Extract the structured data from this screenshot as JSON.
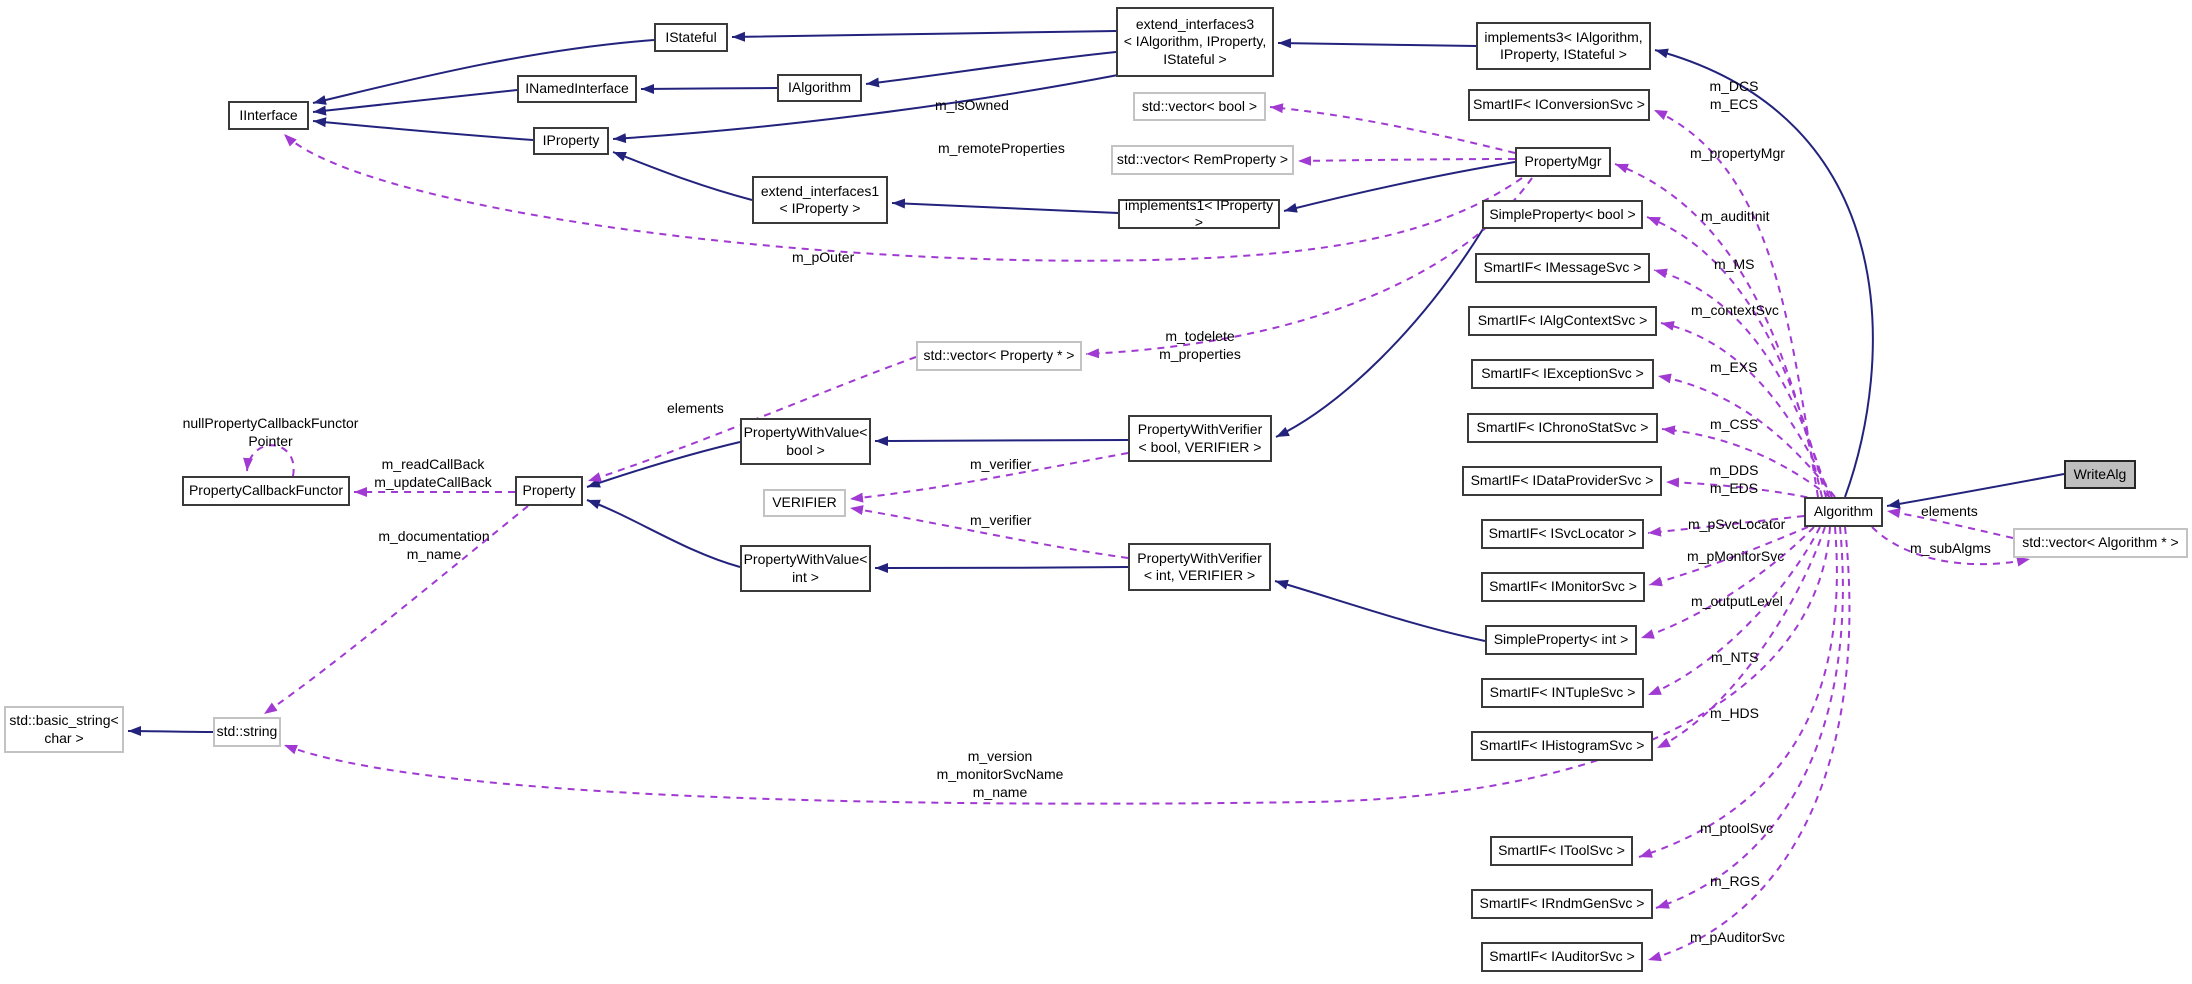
{
  "diagram": {
    "focus_class": "WriteAlg",
    "kind": "class collaboration graph"
  },
  "colors": {
    "background": "#ffffff",
    "inheritance_edge": "#23237d",
    "usage_edge": "#a13ad2",
    "node_border": "#3a3a3a",
    "external_node_border": "#c3c3c3",
    "focus_node_fill": "#bfbfbf",
    "label_text": "#000000"
  },
  "nodes": {
    "iinterface": {
      "label": "IInterface"
    },
    "istateful": {
      "label": "IStateful"
    },
    "inamedinterface": {
      "label": "INamedInterface"
    },
    "ialgorithm": {
      "label": "IAlgorithm"
    },
    "iproperty": {
      "label": "IProperty"
    },
    "extend_interfaces1": {
      "label": "extend_interfaces1\n< IProperty >"
    },
    "extend_interfaces3": {
      "label": "extend_interfaces3\n< IAlgorithm, IProperty,\nIStateful >"
    },
    "implements3": {
      "label": "implements3< IAlgorithm,\nIProperty, IStateful >"
    },
    "implements1": {
      "label": "implements1< IProperty >"
    },
    "vector_bool": {
      "label": "std::vector< bool >"
    },
    "vector_remproperty": {
      "label": "std::vector< RemProperty >"
    },
    "propertymgr": {
      "label": "PropertyMgr"
    },
    "smartif_iconversionsvc": {
      "label": "SmartIF< IConversionSvc >"
    },
    "simpleproperty_bool": {
      "label": "SimpleProperty< bool >"
    },
    "smartif_imessagesvc": {
      "label": "SmartIF< IMessageSvc >"
    },
    "smartif_ialgcontextsvc": {
      "label": "SmartIF< IAlgContextSvc >"
    },
    "smartif_iexceptionsvc": {
      "label": "SmartIF< IExceptionSvc >"
    },
    "smartif_ichronostatsvc": {
      "label": "SmartIF< IChronoStatSvc >"
    },
    "smartif_idataprovidersvc": {
      "label": "SmartIF< IDataProviderSvc >"
    },
    "smartif_isvclocator": {
      "label": "SmartIF< ISvcLocator >"
    },
    "smartif_imonitorsvc": {
      "label": "SmartIF< IMonitorSvc >"
    },
    "simpleproperty_int": {
      "label": "SimpleProperty< int >"
    },
    "smartif_intuplesvc": {
      "label": "SmartIF< INTupleSvc >"
    },
    "smartif_ihistogramsvc": {
      "label": "SmartIF< IHistogramSvc >"
    },
    "smartif_itoolsvc": {
      "label": "SmartIF< IToolSvc >"
    },
    "smartif_irndmgensvc": {
      "label": "SmartIF< IRndmGenSvc >"
    },
    "smartif_iauditorsvc": {
      "label": "SmartIF< IAuditorSvc >"
    },
    "algorithm": {
      "label": "Algorithm"
    },
    "writealg": {
      "label": "WriteAlg"
    },
    "vector_algorithm_ptr": {
      "label": "std::vector< Algorithm * >"
    },
    "propertycallbackfunctor": {
      "label": "PropertyCallbackFunctor"
    },
    "property": {
      "label": "Property"
    },
    "propertywithvalue_bool": {
      "label": "PropertyWithValue<\nbool >"
    },
    "verifier": {
      "label": "VERIFIER"
    },
    "propertywithvalue_int": {
      "label": "PropertyWithValue<\nint >"
    },
    "propertywithverifier_bool": {
      "label": "PropertyWithVerifier\n< bool, VERIFIER >"
    },
    "propertywithverifier_int": {
      "label": "PropertyWithVerifier\n< int, VERIFIER >"
    },
    "vector_property_ptr": {
      "label": "std::vector< Property * >"
    },
    "std_string": {
      "label": "std::string"
    },
    "std_basic_string": {
      "label": "std::basic_string<\nchar >"
    }
  },
  "edge_labels": {
    "null_pcf_pointer": "nullPropertyCallbackFunctor\nPointer",
    "read_update_callback": "m_readCallBack\nm_updateCallBack",
    "documentation_name": "m_documentation\nm_name",
    "elements_left": "elements",
    "m_verifier_top": "m_verifier",
    "m_verifier_bottom": "m_verifier",
    "m_todelete_properties": "m_todelete\nm_properties",
    "m_pouter": "m_pOuter",
    "m_isowned": "m_isOwned",
    "m_remoteproperties": "m_remoteProperties",
    "m_dcs_ecs": "m_DCS\nm_ECS",
    "m_propertymgr": "m_propertyMgr",
    "m_auditinit": "m_auditInit",
    "m_ms": "m_MS",
    "m_contextsvc": "m_contextSvc",
    "m_exs": "m_EXS",
    "m_css": "m_CSS",
    "m_dds_eds": "m_DDS\nm_EDS",
    "m_psvclocator": "m_pSvcLocator",
    "m_pmonitorsvc": "m_pMonitorSvc",
    "m_outputlevel": "m_outputLevel",
    "m_nts": "m_NTS",
    "m_hds": "m_HDS",
    "m_version_monitorsvcname_name": "m_version\nm_monitorSvcName\nm_name",
    "m_ptoolsvc": "m_ptoolSvc",
    "m_rgs": "m_RGS",
    "m_pauditorsvc": "m_pAuditorSvc",
    "elements_right": "elements",
    "m_subalgms": "m_subAlgms"
  },
  "edges": [
    {
      "from": "istateful",
      "to": "iinterface",
      "type": "inheritance"
    },
    {
      "from": "inamedinterface",
      "to": "iinterface",
      "type": "inheritance"
    },
    {
      "from": "iproperty",
      "to": "iinterface",
      "type": "inheritance"
    },
    {
      "from": "ialgorithm",
      "to": "inamedinterface",
      "type": "inheritance"
    },
    {
      "from": "extend_interfaces3",
      "to": "istateful",
      "type": "inheritance"
    },
    {
      "from": "extend_interfaces3",
      "to": "ialgorithm",
      "type": "inheritance"
    },
    {
      "from": "extend_interfaces3",
      "to": "iproperty",
      "type": "inheritance"
    },
    {
      "from": "extend_interfaces1",
      "to": "iproperty",
      "type": "inheritance"
    },
    {
      "from": "implements3",
      "to": "extend_interfaces3",
      "type": "inheritance"
    },
    {
      "from": "implements1",
      "to": "extend_interfaces1",
      "type": "inheritance"
    },
    {
      "from": "propertymgr",
      "to": "implements1",
      "type": "inheritance"
    },
    {
      "from": "writealg",
      "to": "algorithm",
      "type": "inheritance"
    },
    {
      "from": "algorithm",
      "to": "implements3",
      "type": "inheritance"
    },
    {
      "from": "propertywithvalue_bool",
      "to": "property",
      "type": "inheritance"
    },
    {
      "from": "propertywithvalue_int",
      "to": "property",
      "type": "inheritance"
    },
    {
      "from": "propertywithverifier_bool",
      "to": "propertywithvalue_bool",
      "type": "inheritance"
    },
    {
      "from": "propertywithverifier_int",
      "to": "propertywithvalue_int",
      "type": "inheritance"
    },
    {
      "from": "simpleproperty_bool",
      "to": "propertywithverifier_bool",
      "type": "inheritance"
    },
    {
      "from": "simpleproperty_int",
      "to": "propertywithverifier_int",
      "type": "inheritance"
    },
    {
      "from": "std_string",
      "to": "std_basic_string",
      "type": "inheritance"
    },
    {
      "from": "propertymgr",
      "to": "vector_bool",
      "type": "usage",
      "label": "m_isOwned"
    },
    {
      "from": "propertymgr",
      "to": "vector_remproperty",
      "type": "usage",
      "label": "m_remoteProperties"
    },
    {
      "from": "propertymgr",
      "to": "iinterface",
      "type": "usage",
      "label": "m_pOuter"
    },
    {
      "from": "propertymgr",
      "to": "vector_property_ptr",
      "type": "usage",
      "label": "m_todelete m_properties"
    },
    {
      "from": "algorithm",
      "to": "propertymgr",
      "type": "usage",
      "label": "m_propertyMgr"
    },
    {
      "from": "algorithm",
      "to": "smartif_iconversionsvc",
      "type": "usage",
      "label": "m_DCS m_ECS"
    },
    {
      "from": "algorithm",
      "to": "simpleproperty_bool",
      "type": "usage",
      "label": "m_auditInit"
    },
    {
      "from": "algorithm",
      "to": "smartif_imessagesvc",
      "type": "usage",
      "label": "m_MS"
    },
    {
      "from": "algorithm",
      "to": "smartif_ialgcontextsvc",
      "type": "usage",
      "label": "m_contextSvc"
    },
    {
      "from": "algorithm",
      "to": "smartif_iexceptionsvc",
      "type": "usage",
      "label": "m_EXS"
    },
    {
      "from": "algorithm",
      "to": "smartif_ichronostatsvc",
      "type": "usage",
      "label": "m_CSS"
    },
    {
      "from": "algorithm",
      "to": "smartif_idataprovidersvc",
      "type": "usage",
      "label": "m_DDS m_EDS"
    },
    {
      "from": "algorithm",
      "to": "smartif_isvclocator",
      "type": "usage",
      "label": "m_pSvcLocator"
    },
    {
      "from": "algorithm",
      "to": "smartif_imonitorsvc",
      "type": "usage",
      "label": "m_pMonitorSvc"
    },
    {
      "from": "algorithm",
      "to": "simpleproperty_int",
      "type": "usage",
      "label": "m_outputLevel"
    },
    {
      "from": "algorithm",
      "to": "smartif_intuplesvc",
      "type": "usage",
      "label": "m_NTS"
    },
    {
      "from": "algorithm",
      "to": "smartif_ihistogramsvc",
      "type": "usage",
      "label": "m_HDS"
    },
    {
      "from": "algorithm",
      "to": "std_string",
      "type": "usage",
      "label": "m_version m_monitorSvcName m_name"
    },
    {
      "from": "algorithm",
      "to": "smartif_itoolsvc",
      "type": "usage",
      "label": "m_ptoolSvc"
    },
    {
      "from": "algorithm",
      "to": "smartif_irndmgensvc",
      "type": "usage",
      "label": "m_RGS"
    },
    {
      "from": "algorithm",
      "to": "smartif_iauditorsvc",
      "type": "usage",
      "label": "m_pAuditorSvc"
    },
    {
      "from": "vector_algorithm_ptr",
      "to": "algorithm",
      "type": "usage",
      "label": "elements"
    },
    {
      "from": "algorithm",
      "to": "vector_algorithm_ptr",
      "type": "usage",
      "label": "m_subAlgms"
    },
    {
      "from": "vector_property_ptr",
      "to": "property",
      "type": "usage",
      "label": "elements"
    },
    {
      "from": "property",
      "to": "propertycallbackfunctor",
      "type": "usage",
      "label": "m_readCallBack m_updateCallBack"
    },
    {
      "from": "property",
      "to": "std_string",
      "type": "usage",
      "label": "m_documentation m_name"
    },
    {
      "from": "propertywithverifier_bool",
      "to": "verifier",
      "type": "usage",
      "label": "m_verifier"
    },
    {
      "from": "propertywithverifier_int",
      "to": "verifier",
      "type": "usage",
      "label": "m_verifier"
    },
    {
      "from": "propertycallbackfunctor",
      "to": "propertycallbackfunctor",
      "type": "usage",
      "label": "nullPropertyCallbackFunctor Pointer"
    }
  ]
}
